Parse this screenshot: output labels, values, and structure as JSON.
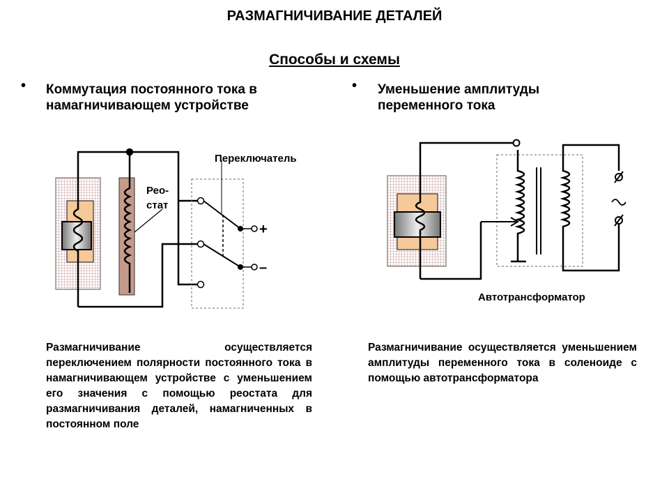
{
  "title": "РАЗМАГНИЧИВАНИЕ ДЕТАЛЕЙ",
  "subtitle": "Способы и схемы",
  "left": {
    "heading": "Коммутация постоянного тока в намагничивающем устройстве",
    "rheostat_label_1": "Рео-",
    "rheostat_label_2": "стат",
    "switch_label": "Переключатель",
    "plus": "+",
    "minus": "–",
    "paragraph": "Размагничивание осуществляется переключением полярности постоянного тока в намагничивающем устройстве с уменьшением его значения с помощью реостата для размагничивания деталей, намагниченных в постоянном поле"
  },
  "right": {
    "heading": "Уменьшение амплитуды переменного тока",
    "autotransformer_label": "Автотрансформатор",
    "paragraph": "Размагничивание осуществляется уменьшением амплитуды переменного тока в соленоиде с помощью автотрансформатора"
  },
  "colors": {
    "core_fill": "#f5c99a",
    "rheostat_fill": "#c49a8a",
    "mesh": "#d4a0a0"
  }
}
